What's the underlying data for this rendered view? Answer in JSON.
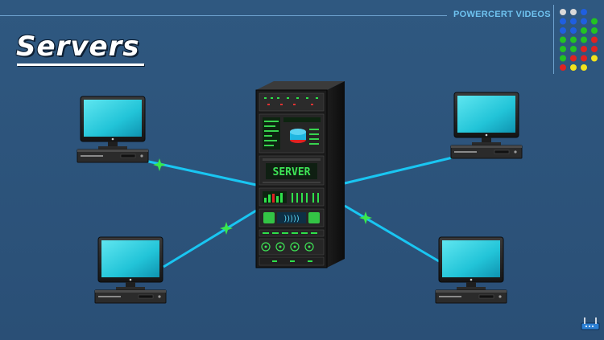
{
  "header": {
    "brand": "POWERCERT VIDEOS",
    "title": "Servers"
  },
  "server": {
    "panel_label": "SERVER"
  },
  "colors": {
    "background": "#2c5178",
    "link": "#19c6f2",
    "link_marker": "#39e84c",
    "screen": "#26c9d9",
    "brand_text": "#6fc3f0"
  },
  "dot_grid": [
    [
      "#d9d9d9",
      "#d9d9d9",
      "#1f5fe0"
    ],
    [
      "#1f5fe0",
      "#1f5fe0",
      "#1f5fe0",
      "#22c322"
    ],
    [
      "#1f5fe0",
      "#1f5fe0",
      "#22c322",
      "#22c322"
    ],
    [
      "#22c322",
      "#22c322",
      "#22c322",
      "#e02222"
    ],
    [
      "#22c322",
      "#22c322",
      "#e02222",
      "#e02222"
    ],
    [
      "#22c322",
      "#e02222",
      "#e02222",
      "#f2e21e"
    ],
    [
      "#e02222",
      "#f2e21e",
      "#f2e21e"
    ]
  ],
  "icons": [
    "monitor-icon",
    "server-rack-icon",
    "router-icon"
  ]
}
